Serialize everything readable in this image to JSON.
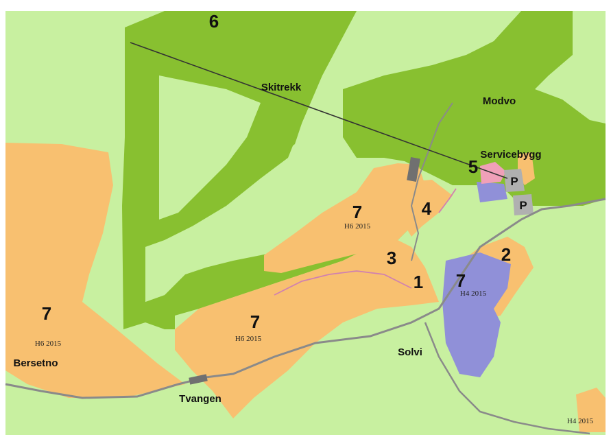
{
  "map": {
    "colors": {
      "background": "#c8f0a0",
      "forest": "#88c030",
      "construction_area": "#f8c070",
      "residential_area": "#9090d8",
      "parking": "#b0b0b0",
      "service": "#f0a0b8",
      "roads": "#8a8a8a",
      "trail": "#d080b0"
    },
    "place_names": {
      "skitrekk": "Skitrekk",
      "modvo": "Modvo",
      "servicebygg": "Servicebygg",
      "solvi": "Solvi",
      "bersetno": "Bersetno",
      "tvangen": "Tvangen"
    },
    "zone_numbers": {
      "zone_6": "6",
      "zone_5": "5",
      "zone_4": "4",
      "zone_3": "3",
      "zone_2": "2",
      "zone_1": "1",
      "zone_7_center": "7",
      "zone_7_lower_mid": "7",
      "zone_7_left": "7",
      "zone_7_right": "7"
    },
    "plan_codes": {
      "center": "H6 2015",
      "lower_mid": "H6 2015",
      "left": "H6 2015",
      "right": "H4 2015",
      "bottom_right": "H4 2015"
    },
    "parking_labels": {
      "p1": "P",
      "p2": "P"
    }
  }
}
